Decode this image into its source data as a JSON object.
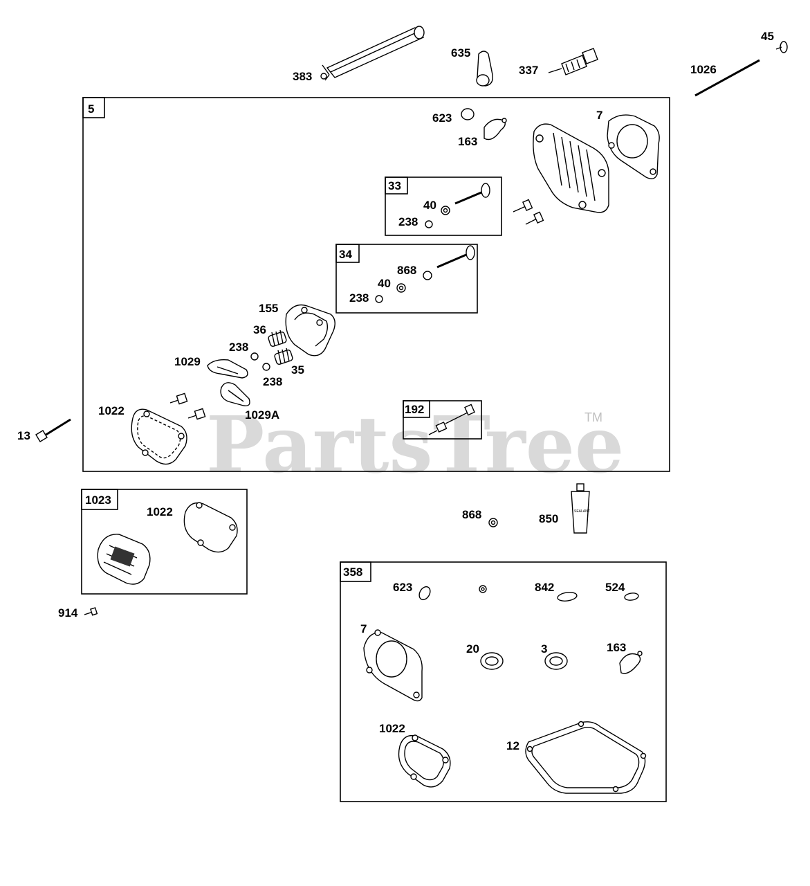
{
  "watermark": {
    "text": "PartsTree",
    "trademark": "TM"
  },
  "groups": [
    {
      "id": "5",
      "label": "5"
    },
    {
      "id": "33",
      "label": "33"
    },
    {
      "id": "34",
      "label": "34"
    },
    {
      "id": "192",
      "label": "192"
    },
    {
      "id": "1023",
      "label": "1023"
    },
    {
      "id": "358",
      "label": "358"
    }
  ],
  "callouts": {
    "c383": "383",
    "c635": "635",
    "c337": "337",
    "c45": "45",
    "c1026": "1026",
    "c623a": "623",
    "c163a": "163",
    "c7a": "7",
    "c40a": "40",
    "c238a": "238",
    "c868a": "868",
    "c40b": "40",
    "c238b": "238",
    "c155": "155",
    "c36": "36",
    "c238c": "238",
    "c1029": "1029",
    "c238d": "238",
    "c35": "35",
    "c1022a": "1022",
    "c1029a": "1029A",
    "c13": "13",
    "c1022b": "1022",
    "c914": "914",
    "c868b": "868",
    "c850": "850",
    "c623b": "623",
    "c842": "842",
    "c524": "524",
    "c7b": "7",
    "c20": "20",
    "c3": "3",
    "c163b": "163",
    "c1022c": "1022",
    "c12": "12"
  },
  "tube_print": "SEALANT"
}
